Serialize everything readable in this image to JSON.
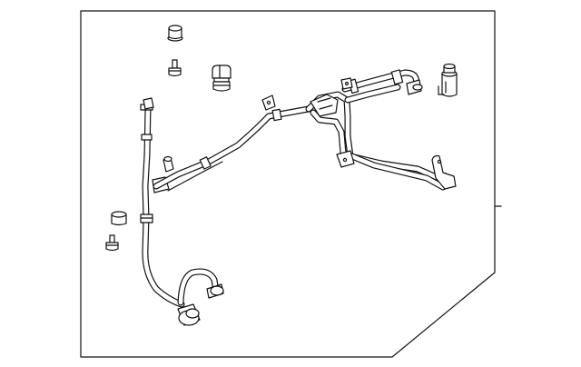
{
  "diagram": {
    "title": "",
    "callout_labels": [],
    "parts": [
      {
        "name": "sensor-cap"
      },
      {
        "name": "bolt"
      },
      {
        "name": "pressure-switch"
      },
      {
        "name": "receiver-drier"
      },
      {
        "name": "hose-assembly"
      },
      {
        "name": "mounting-bracket"
      }
    ],
    "line_color": "#111111",
    "background_color": "#ffffff"
  }
}
